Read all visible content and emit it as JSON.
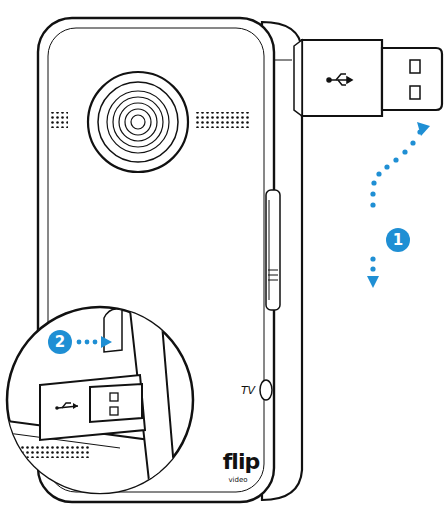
{
  "diagram": {
    "labels": [
      "1",
      "2",
      "TV",
      "flip",
      "video"
    ]
  }
}
